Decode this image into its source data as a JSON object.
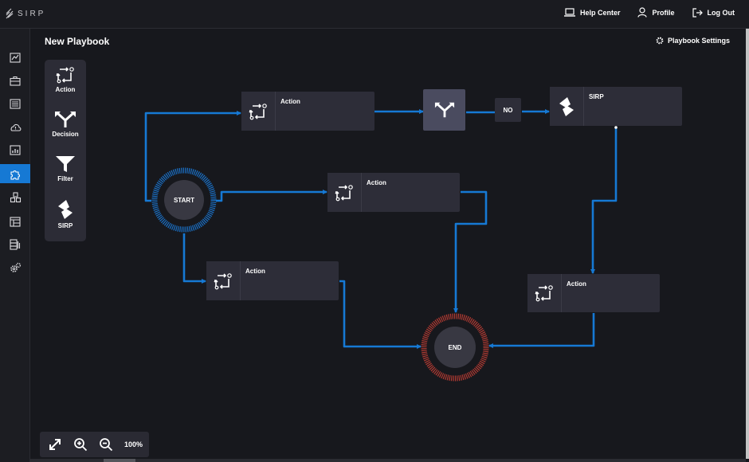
{
  "app": {
    "logo_text": "SIRP"
  },
  "topnav": {
    "help_center": "Help Center",
    "profile": "Profile",
    "log_out": "Log Out"
  },
  "sidebar": {
    "items": [
      {
        "name": "dashboard-icon",
        "active": false
      },
      {
        "name": "briefcase-icon",
        "active": false
      },
      {
        "name": "list-icon",
        "active": false
      },
      {
        "name": "alert-cloud-icon",
        "active": false
      },
      {
        "name": "analytics-icon",
        "active": false
      },
      {
        "name": "puzzle-icon",
        "active": true
      },
      {
        "name": "cubes-icon",
        "active": false
      },
      {
        "name": "window-icon",
        "active": false
      },
      {
        "name": "database-icon",
        "active": false
      },
      {
        "name": "settings-gears-icon",
        "active": false
      }
    ]
  },
  "page": {
    "title": "New Playbook",
    "settings_label": "Playbook Settings"
  },
  "palette": {
    "action": "Action",
    "decision": "Decision",
    "filter": "Filter",
    "sirp": "SIRP"
  },
  "flow": {
    "start": "START",
    "end": "END",
    "action_top": "Action",
    "action_mid": "Action",
    "action_low": "Action",
    "action_right": "Action",
    "sirp": "SIRP",
    "no_label": "NO"
  },
  "zoom": {
    "level": "100%"
  },
  "colors": {
    "accent": "#1679d4",
    "start_ring": "#1a6fc4",
    "end_ring": "#b03a32",
    "node_bg": "#2d2d38",
    "canvas_bg": "#17181d"
  }
}
